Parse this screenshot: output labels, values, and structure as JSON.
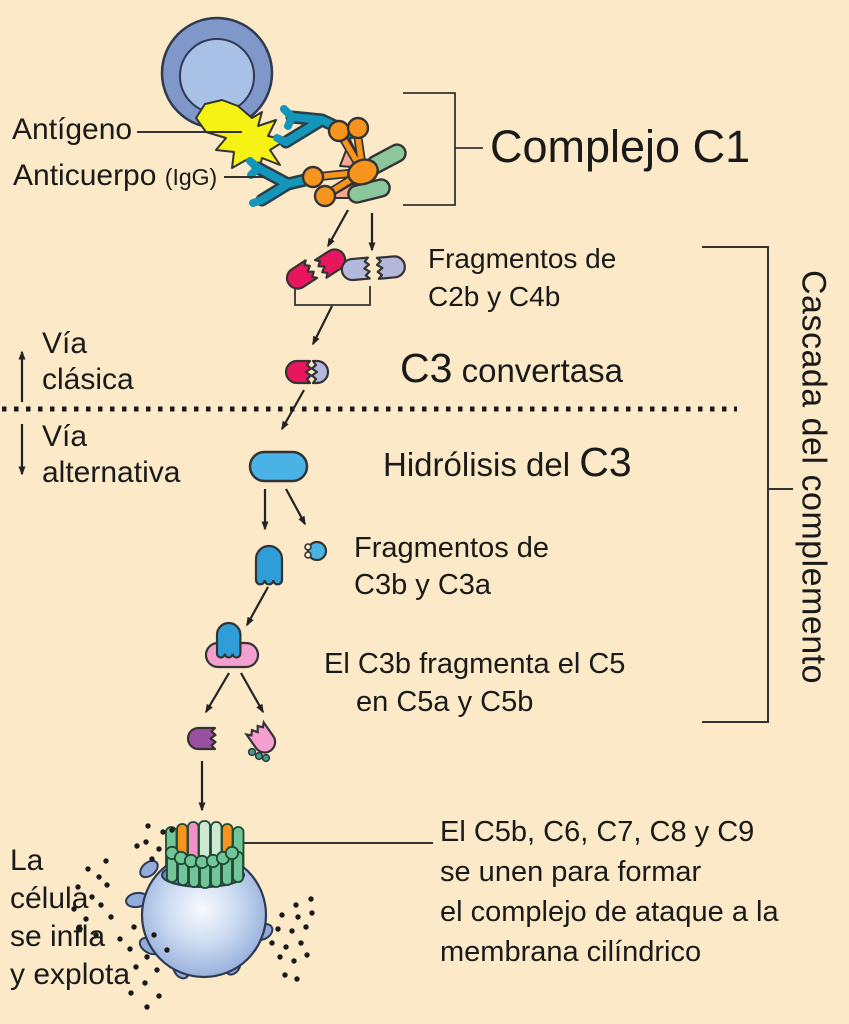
{
  "labels": {
    "antigen": "Antígeno",
    "antibody": "Anticuerpo",
    "antibody_sub": "(IgG)",
    "complejo_c1": "Complejo C1",
    "frag_c2_line1": "Fragmentos de",
    "frag_c2_line2": "C2b y C4b",
    "c3conv_big": "C3",
    "c3conv_rest": " convertasa",
    "via_clasica_line1": "Vía",
    "via_clasica_line2": "clásica",
    "via_alt_line1": "Vía",
    "via_alt_line2": "alternativa",
    "hidrolisis_pre": "Hidrólisis del ",
    "hidrolisis_big": "C3",
    "frag_c3_line1": "Fragmentos de",
    "frag_c3_line2": "C3b y C3a",
    "c5_line1": "El C3b fragmenta el C5",
    "c5_line2": "en C5a y C5b",
    "celula_line1": "La",
    "celula_line2": "célula",
    "celula_line3": "se infla",
    "celula_line4": "y explota",
    "mac_line1": "El C5b, C6, C7, C8 y C9",
    "mac_line2": "se unen para formar",
    "mac_line3": "el complejo de ataque a la",
    "mac_line4": "membrana cilíndrico",
    "cascada": "Cascada del complemento"
  },
  "colors": {
    "bg": "#fbe9c7",
    "ink": "#1a1a1a",
    "outline": "#333333",
    "red": "#e8175d",
    "lavender": "#b5b8dd",
    "blue": "#4ab3e6",
    "blueDark": "#2f9ed8",
    "pink": "#f49fd0",
    "pinkTube": "#f48fc7",
    "purple": "#9a4fa0",
    "tealBits": "#3aa08f",
    "teal": "#1496bb",
    "yellow": "#f6f213",
    "orange": "#f7941d",
    "salmon": "#f4a98e",
    "green": "#8cc79b",
    "macGreen": "#72c598",
    "macMint": "#cfe8d2",
    "macStroke": "#1c4a33",
    "cellOuter": "#7f98c9",
    "cellInner": "#a9c1e6",
    "cellEdge": "#93abd9",
    "cellHole": "#6b84b8",
    "cellStroke": "#2e3a52"
  }
}
